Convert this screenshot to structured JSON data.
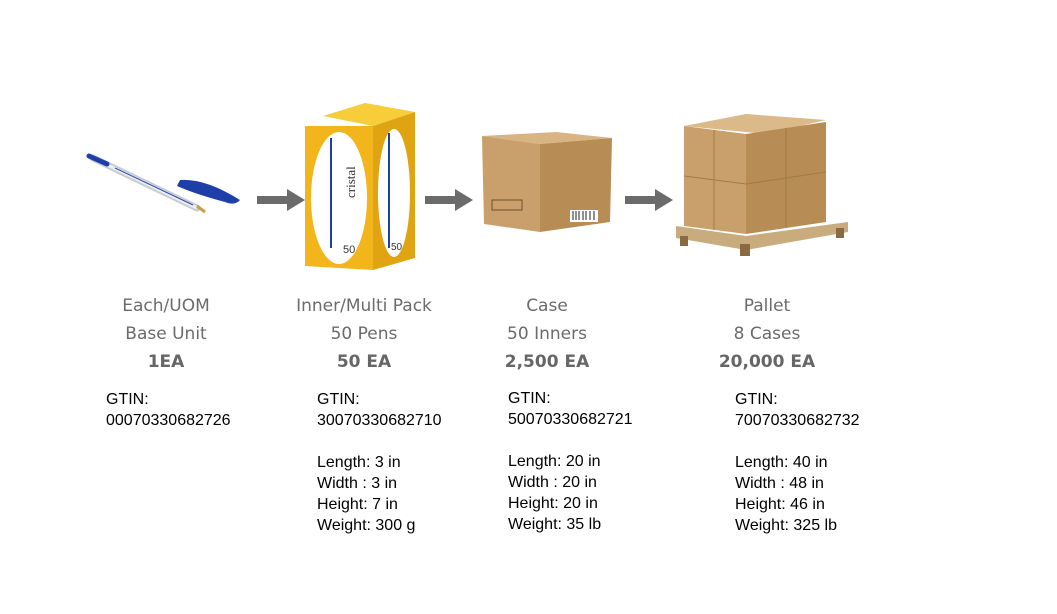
{
  "levels": [
    {
      "name": "Each/UOM",
      "subtitle": "Base Unit",
      "quantity": "1EA",
      "gtin_label": "GTIN:",
      "gtin": "00070330682726",
      "icon": "pen"
    },
    {
      "name": "Inner/Multi Pack",
      "subtitle": "50 Pens",
      "quantity": "50 EA",
      "gtin_label": "GTIN:",
      "gtin": "30070330682710",
      "length": "Length: 3 in",
      "width": "Width : 3 in",
      "height": "Height: 7 in",
      "weight": "Weight: 300 g",
      "icon": "pen-box",
      "box_brand": "cristal",
      "box_count": "50"
    },
    {
      "name": "Case",
      "subtitle": "50 Inners",
      "quantity": "2,500 EA",
      "gtin_label": "GTIN:",
      "gtin": "50070330682721",
      "length": "Length: 20 in",
      "width": "Width : 20 in",
      "height": "Height: 20 in",
      "weight": "Weight: 35 lb",
      "icon": "cardboard-case"
    },
    {
      "name": "Pallet",
      "subtitle": "8 Cases",
      "quantity": "20,000 EA",
      "gtin_label": "GTIN:",
      "gtin": "70070330682732",
      "length": "Length: 40 in",
      "width": "Width : 48 in",
      "height": "Height: 46 in",
      "weight": "Weight: 325 lb",
      "icon": "pallet"
    }
  ],
  "colors": {
    "arrow": "#6b6b6b",
    "cardboard": "#c9a06b",
    "box_yellow": "#f2b61c",
    "pen_blue": "#1f3fa8"
  }
}
